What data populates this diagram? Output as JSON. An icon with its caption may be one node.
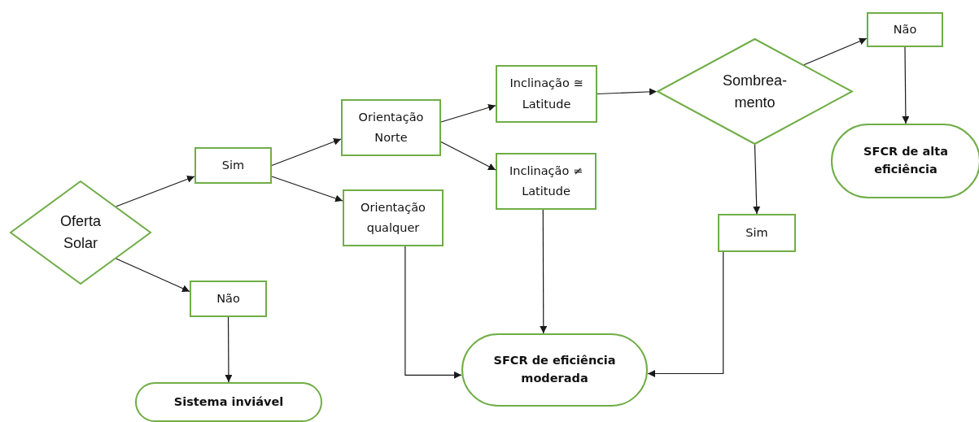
{
  "diagram": {
    "nodes": [
      {
        "text": [
          "Oferta Solar"
        ]
      },
      {
        "text": [
          "Sim"
        ]
      },
      {
        "text": [
          "Não"
        ]
      },
      {
        "text": [
          "Sistema inviável"
        ]
      },
      {
        "text": [
          "Orientação Norte"
        ]
      },
      {
        "text": [
          "Orientação qualquer"
        ]
      },
      {
        "text": [
          "Inclinação ≅ Latitude"
        ]
      },
      {
        "text": [
          "Inclinação ≠ Latitude"
        ]
      },
      {
        "text": [
          "Sombrea- mento"
        ]
      },
      {
        "text": [
          "Não"
        ]
      },
      {
        "text": [
          "SFCR de alta eficiência"
        ]
      },
      {
        "text": [
          "Sim"
        ]
      },
      {
        "text": [
          "SFCR de eficiência moderada"
        ]
      }
    ],
    "edges": [
      {
        "from": 0,
        "to": 1,
        "arrow": "to"
      },
      {
        "from": 0,
        "to": 2,
        "arrow": "to"
      },
      {
        "from": 2,
        "to": 3,
        "arrow": "to"
      },
      {
        "from": 1,
        "to": 4,
        "arrow": "to"
      },
      {
        "from": 1,
        "to": 5,
        "arrow": "to"
      },
      {
        "from": 4,
        "to": 6,
        "arrow": "to"
      },
      {
        "from": 4,
        "to": 7,
        "arrow": "to"
      },
      {
        "from": 6,
        "to": 8,
        "arrow": "to"
      },
      {
        "from": 8,
        "to": 9,
        "arrow": "to"
      },
      {
        "from": 9,
        "to": 10,
        "arrow": "to"
      },
      {
        "from": 8,
        "to": 11,
        "arrow": "to"
      },
      {
        "from": 7,
        "to": 12,
        "arrow": "to"
      },
      {
        "from": 5,
        "to": 12,
        "arrow": "to"
      },
      {
        "from": 11,
        "to": 12,
        "arrow": "to"
      }
    ]
  }
}
